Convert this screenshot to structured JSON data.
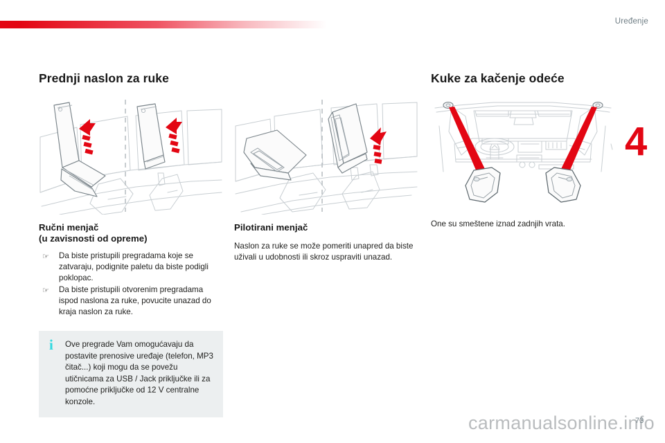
{
  "header": {
    "title": "Uređenje",
    "accent_color": "#e30613",
    "title_color": "#6d7c83"
  },
  "chapter": {
    "number": "4",
    "color": "#e30613"
  },
  "columns": {
    "left": {
      "section_title": "Prednji naslon za ruke",
      "sub_title_line1": "Ručni menjač",
      "sub_title_line2": "(u zavisnosti od opreme)",
      "bullet_glyph": "☞",
      "bullets": [
        "Da biste pristupili pregradama koje se zatvaraju, podignite paletu da biste podigli poklopac.",
        "Da biste pristupili otvorenim pregradama ispod naslona za ruke, povucite unazad do kraja naslon za ruke."
      ],
      "illustration_name": "armrest-manual-gearbox-illustration"
    },
    "middle": {
      "sub_title": "Pilotirani menjač",
      "body": "Naslon za ruke se može pomeriti unapred da biste uživali u udobnosti ili skroz uspraviti unazad.",
      "illustration_name": "armrest-automatic-gearbox-illustration"
    },
    "right": {
      "section_title": "Kuke za kačenje odeće",
      "body": "One su smeštene iznad zadnjih vrata.",
      "illustration_name": "coat-hooks-interior-illustration"
    }
  },
  "info_box": {
    "icon": "i",
    "icon_color": "#2fd9e0",
    "background_color": "#eceff0",
    "text": "Ove pregrade Vam omogućavaju da postavite prenosive uređaje (telefon, MP3 čitač...) koji mogu da se povežu utičnicama za USB / Jack priključke ili za pomoćne priključke od 12 V centralne konzole."
  },
  "footer": {
    "watermark": "carmanualsonline.info",
    "page_number": "73"
  }
}
